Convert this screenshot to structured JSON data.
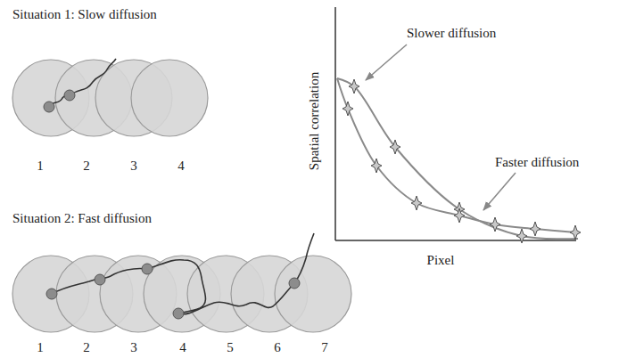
{
  "diagram": {
    "labels": [
      "Situation 1: Slow diffusion",
      "1",
      "2",
      "3",
      "4",
      "Situation 2: Fast diffusion",
      "1",
      "2",
      "3",
      "4",
      "5",
      "6",
      "7",
      "Spatial correlation",
      "Pixel",
      "Slower diffusion",
      "Faster diffusion"
    ]
  }
}
